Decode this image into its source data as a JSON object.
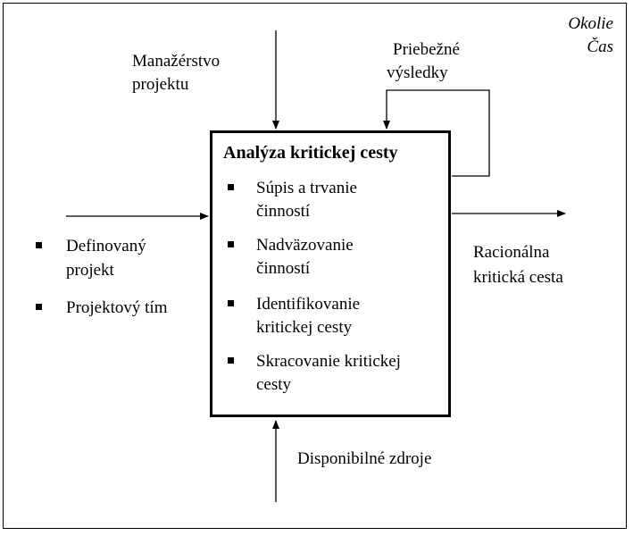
{
  "environment": {
    "line1": "Okolie",
    "line2": "Čas"
  },
  "control": {
    "line1": "Manažérstvo",
    "line2": "projektu"
  },
  "feedback": {
    "line1": "Priebežné",
    "line2": "výsledky"
  },
  "process": {
    "title": "Analýza kritickej cesty",
    "items": [
      {
        "line1": "Súpis a trvanie",
        "line2": "činností"
      },
      {
        "line1": "Nadväzovanie",
        "line2": "činností"
      },
      {
        "line1": "Identifikovanie",
        "line2": "kritickej cesty"
      },
      {
        "line1": "Skracovanie kritickej",
        "line2": "cesty"
      }
    ]
  },
  "inputs": {
    "items": [
      {
        "line1": "Definovaný",
        "line2": "projekt"
      },
      {
        "line1": "Projektový tím",
        "line2": ""
      }
    ]
  },
  "output": {
    "line1": "Racionálna",
    "line2": "kritická cesta"
  },
  "mechanism": {
    "label": "Disponibilné zdroje"
  }
}
